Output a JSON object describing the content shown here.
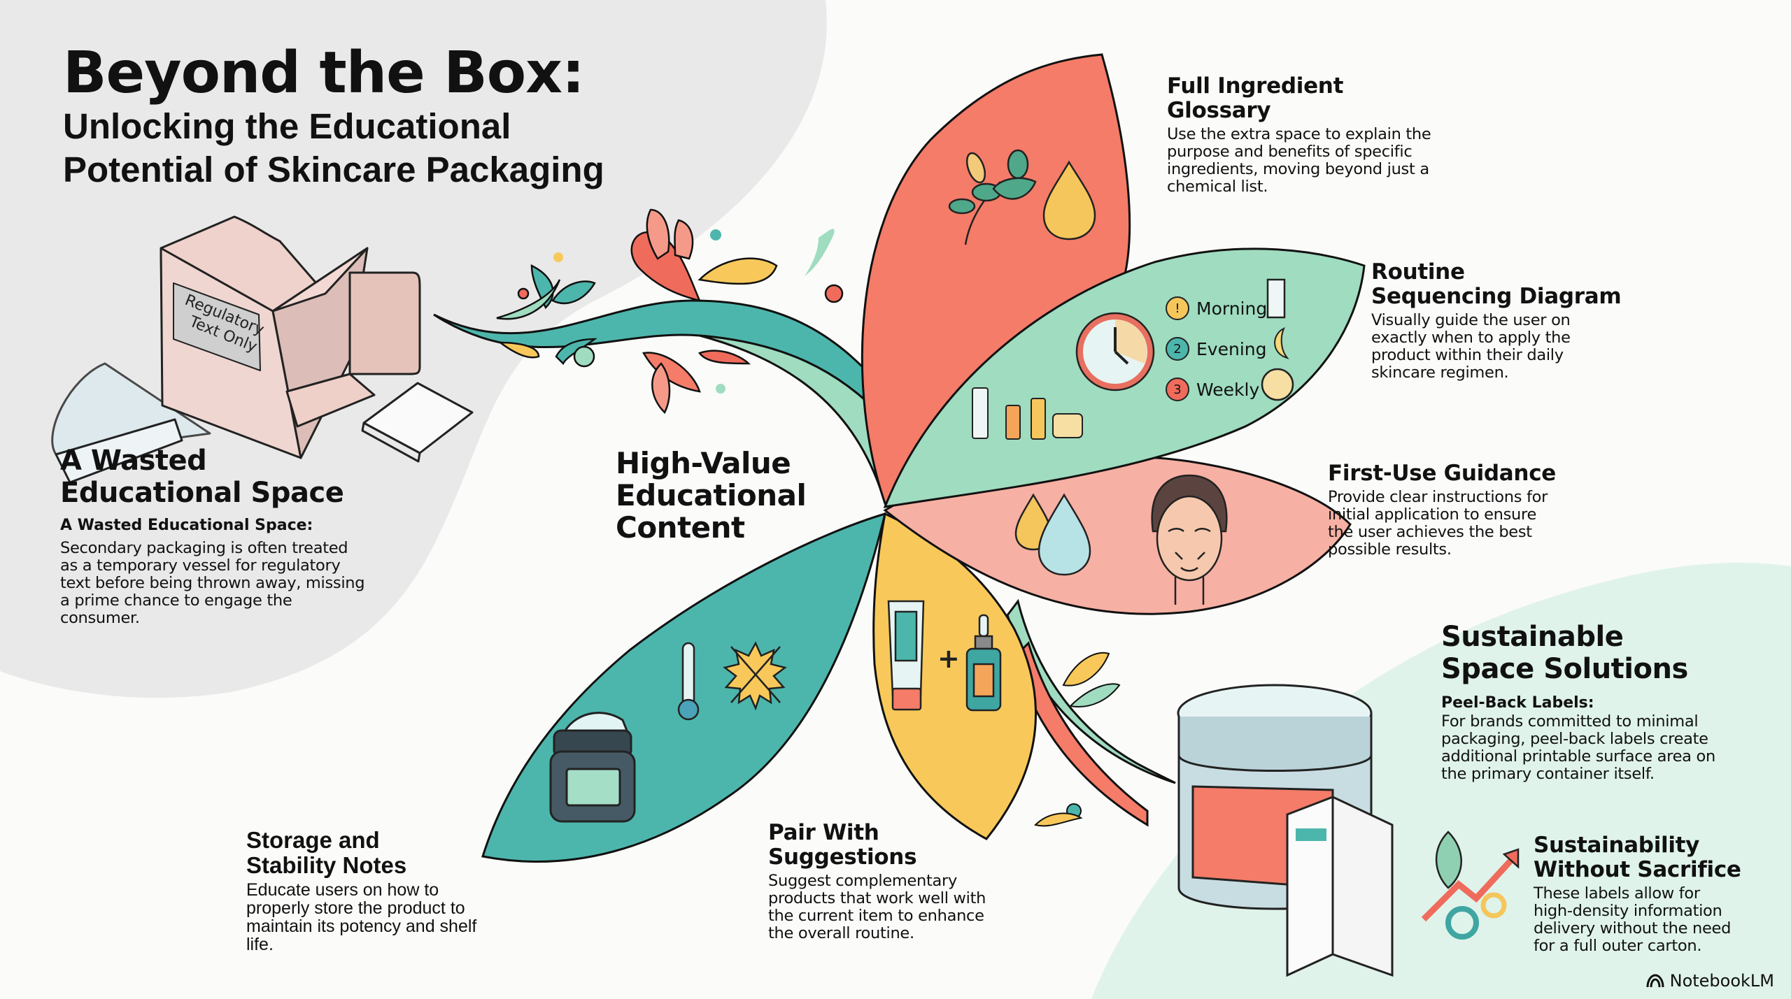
{
  "title": {
    "main": "Beyond the Box:",
    "sub_line1": "Unlocking the Educational",
    "sub_line2": "Potential of Skincare Packaging"
  },
  "wasted_space": {
    "heading_line1": "A Wasted",
    "heading_line2": "Educational Space",
    "sublabel": "A Wasted Educational Space:",
    "body": "Secondary packaging is often treated as a temporary vessel for regulatory text before being thrown away, missing a prime chance to engage the consumer.",
    "box_label_line1": "Regulatory",
    "box_label_line2": "Text Only"
  },
  "center": {
    "heading_line1": "High-Value",
    "heading_line2": "Educational",
    "heading_line3": "Content"
  },
  "petals": {
    "glossary": {
      "heading_line1": "Full Ingredient",
      "heading_line2": "Glossary",
      "body": "Use the extra space to explain the purpose and benefits of specific ingredients, moving beyond just a chemical list.",
      "color": "#f47c68"
    },
    "routine": {
      "heading_line1": "Routine",
      "heading_line2": "Sequencing Diagram",
      "body": "Visually guide the user on exactly when to apply the product within their daily skincare regimen.",
      "color": "#9fdcc0",
      "steps": [
        {
          "badge": "!",
          "label": "Morning",
          "badge_color": "#f5c65b"
        },
        {
          "badge": "2",
          "label": "Evening",
          "badge_color": "#4db6ac"
        },
        {
          "badge": "3",
          "label": "Weekly",
          "badge_color": "#ef6b5b"
        }
      ]
    },
    "first_use": {
      "heading": "First-Use Guidance",
      "body": "Provide clear instructions for initial application to ensure the user achieves the best possible results.",
      "color": "#f7b0a4"
    },
    "pair": {
      "heading_line1": "Pair With",
      "heading_line2": "Suggestions",
      "body": "Suggest complementary products that work well with the current item to enhance the overall routine.",
      "color": "#f8c95a",
      "plus": "+"
    },
    "storage": {
      "heading_line1": "Storage and",
      "heading_line2": "Stability Notes",
      "body": "Educate users on how to properly store the product to maintain its potency and shelf life.",
      "color": "#4db6ac"
    }
  },
  "sustainable": {
    "heading_line1": "Sustainable",
    "heading_line2": "Space Solutions",
    "sublabel": "Peel-Back Labels:",
    "body": "For brands committed to minimal packaging, peel-back labels create additional printable surface area on the primary container itself.",
    "sub_heading_line1": "Sustainability",
    "sub_heading_line2": "Without Sacrifice",
    "sub_body": "These labels allow for high-density information delivery without the need for a full outer carton."
  },
  "brand": {
    "name": "NotebookLM"
  },
  "colors": {
    "coral": "#f47c68",
    "mint": "#9fdcc0",
    "teal": "#4db6ac",
    "yellow": "#f8c95a",
    "pink": "#f7b0a4",
    "left_bg": "#e9e9e9",
    "right_bg": "#dff3ea"
  }
}
